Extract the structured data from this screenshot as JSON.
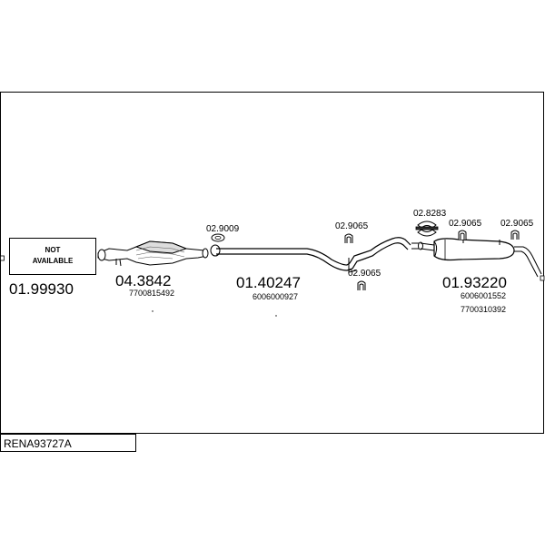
{
  "diagram": {
    "reference": "RENA93727A",
    "not_available_box": {
      "line1": "NOT",
      "line2": "AVAILABLE",
      "code": "01.99930"
    },
    "parts": {
      "catalyst": {
        "code": "04.3842",
        "oem": "7700815492"
      },
      "front_pipe": {
        "code": "01.40247",
        "oem": "6006000927"
      },
      "rear_silencer": {
        "code": "01.93220",
        "oem1": "6006001552",
        "oem2": "7700310392"
      }
    },
    "fittings": {
      "gasket": "02.9009",
      "rubber_1": "02.9065",
      "rubber_2": "02.9065",
      "rubber_3": "02.9065",
      "rubber_4": "02.9065",
      "clamp": "02.8283"
    }
  }
}
